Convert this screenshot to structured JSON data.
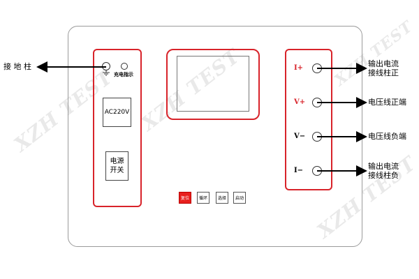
{
  "watermark": "XZH TEST",
  "left_panel": {
    "ground_indicator_label": "充电指示",
    "ac_label": "AC220V",
    "power_switch_label": "电源\n开关"
  },
  "terminals": [
    {
      "label": "I+"
    },
    {
      "label": "V+"
    },
    {
      "label": "V−"
    },
    {
      "label": "I−"
    }
  ],
  "keys": [
    "复位",
    "循环",
    "选择",
    "启动"
  ],
  "callouts": {
    "ground": "接 地 柱",
    "i_plus": "输出电流\n接线柱正",
    "v_plus": "电压线正端",
    "v_minus": "电压线负端",
    "i_minus": "输出电流\n接线柱负"
  },
  "colors": {
    "accent_red": "#d8232a"
  }
}
